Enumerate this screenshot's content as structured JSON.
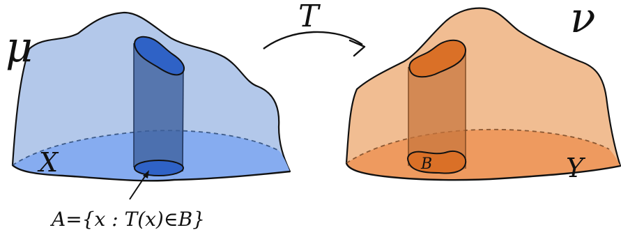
{
  "source": {
    "measure_symbol": "μ",
    "space_label": "X",
    "preimage_caption": "A={x : T(x)∈B}"
  },
  "mapping": {
    "label": "T"
  },
  "target": {
    "measure_symbol": "ν",
    "space_label": "Y",
    "set_label": "B"
  },
  "colors": {
    "source_body": "#b3c8ea",
    "source_base": "#86acf0",
    "source_cylinder": "#3c5f9c",
    "source_blob": "#2f62c6",
    "target_body": "#f1bd92",
    "target_base": "#ee9a5f",
    "target_cylinder": "#c8743c",
    "target_blob": "#da7027",
    "outline": "#111111"
  }
}
